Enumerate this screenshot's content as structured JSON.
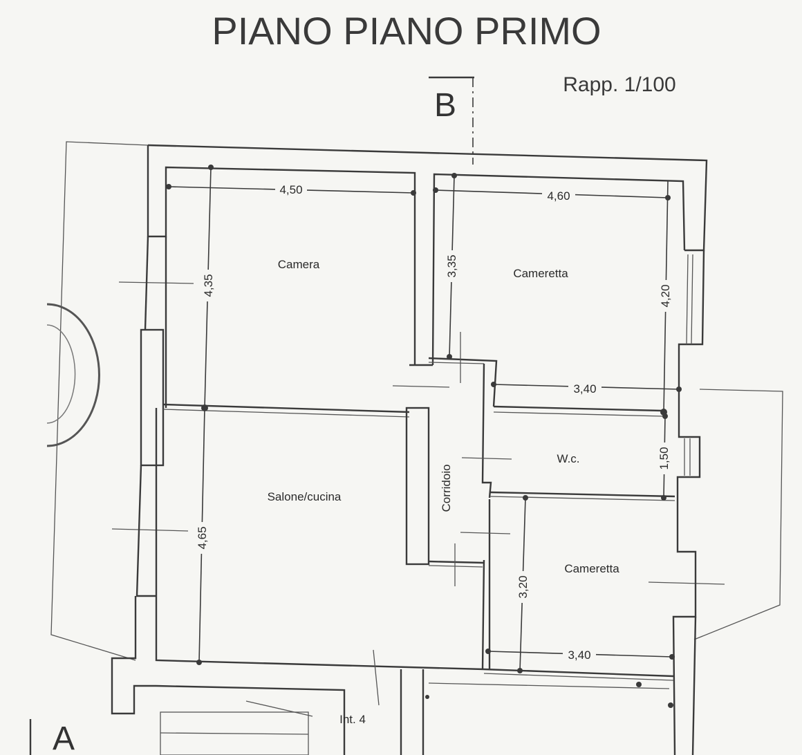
{
  "title": "PIANO PIANO PRIMO",
  "scale": "Rapp. 1/100",
  "sections": {
    "b": "B",
    "a": "A"
  },
  "rooms": {
    "camera": "Camera",
    "cameretta_top": "Cameretta",
    "salone": "Salone/cucina",
    "corridoio": "Corridoio",
    "wc": "W.c.",
    "cameretta_bottom": "Cameretta",
    "interno": "Int. 4"
  },
  "dimensions": {
    "camera_width": "4,50",
    "camera_depth": "4,35",
    "cameretta_top_width": "4,60",
    "cameretta_top_depth": "3,35",
    "cameretta_top_side": "4,20",
    "wc_width": "3,40",
    "wc_depth": "1,50",
    "salone_depth": "4,65",
    "cameretta_bottom_depth": "3,20",
    "cameretta_bottom_width": "3,40"
  }
}
